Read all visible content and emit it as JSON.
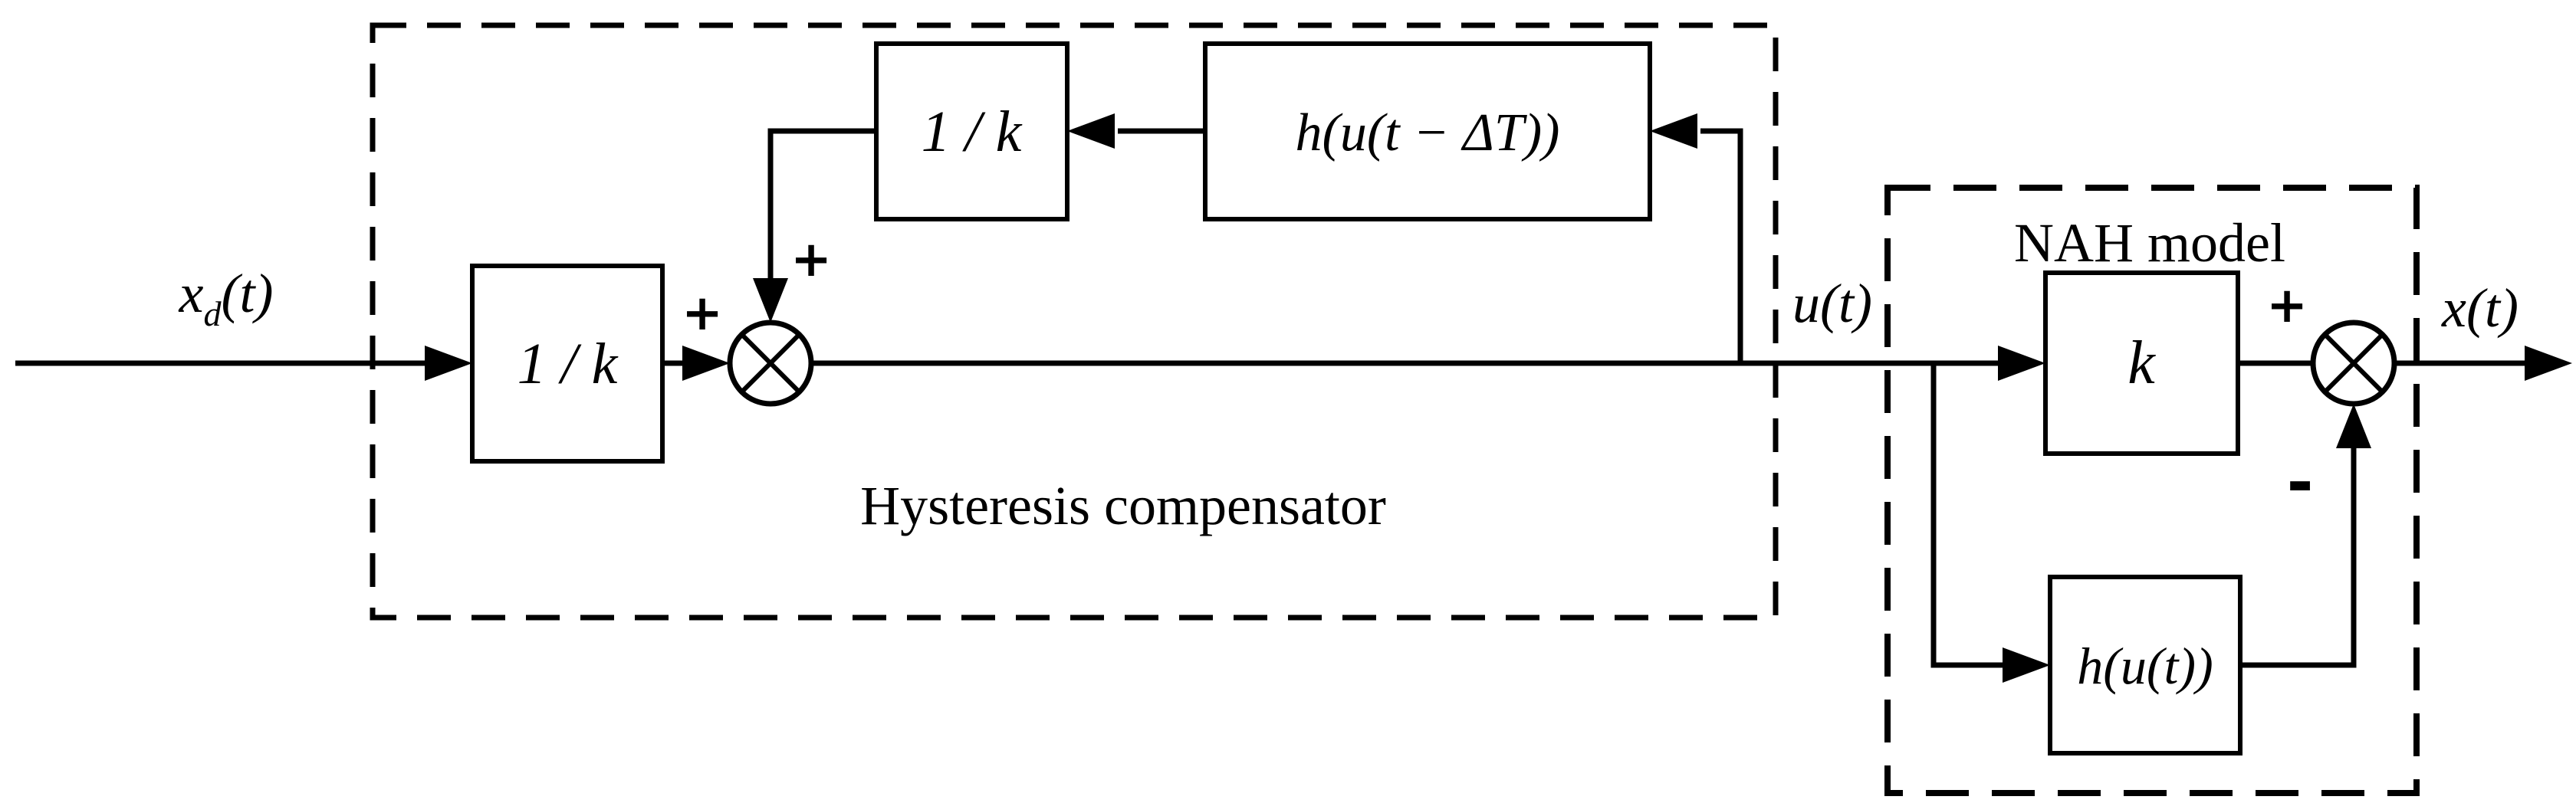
{
  "colors": {
    "ink": "#000000",
    "background": "#ffffff"
  },
  "compensator": {
    "title": "Hysteresis compensator",
    "input_label": {
      "base": "x",
      "sub": "d",
      "args": "(t)"
    },
    "input_gain_label": "1 / k",
    "feedback_gain_label": "1 / k",
    "feedback_hysteresis_label": "h(u(t − ΔT))",
    "sum_input_sign": "+",
    "sum_feedback_sign": "+",
    "output_signal_label": "u(t)"
  },
  "nah_model": {
    "title": "NAH model",
    "gain_label": "k",
    "hysteresis_label": "h(u(t))",
    "sum_input_sign": "+",
    "sum_feedback_sign": "-",
    "output_signal_label": "x(t)"
  }
}
